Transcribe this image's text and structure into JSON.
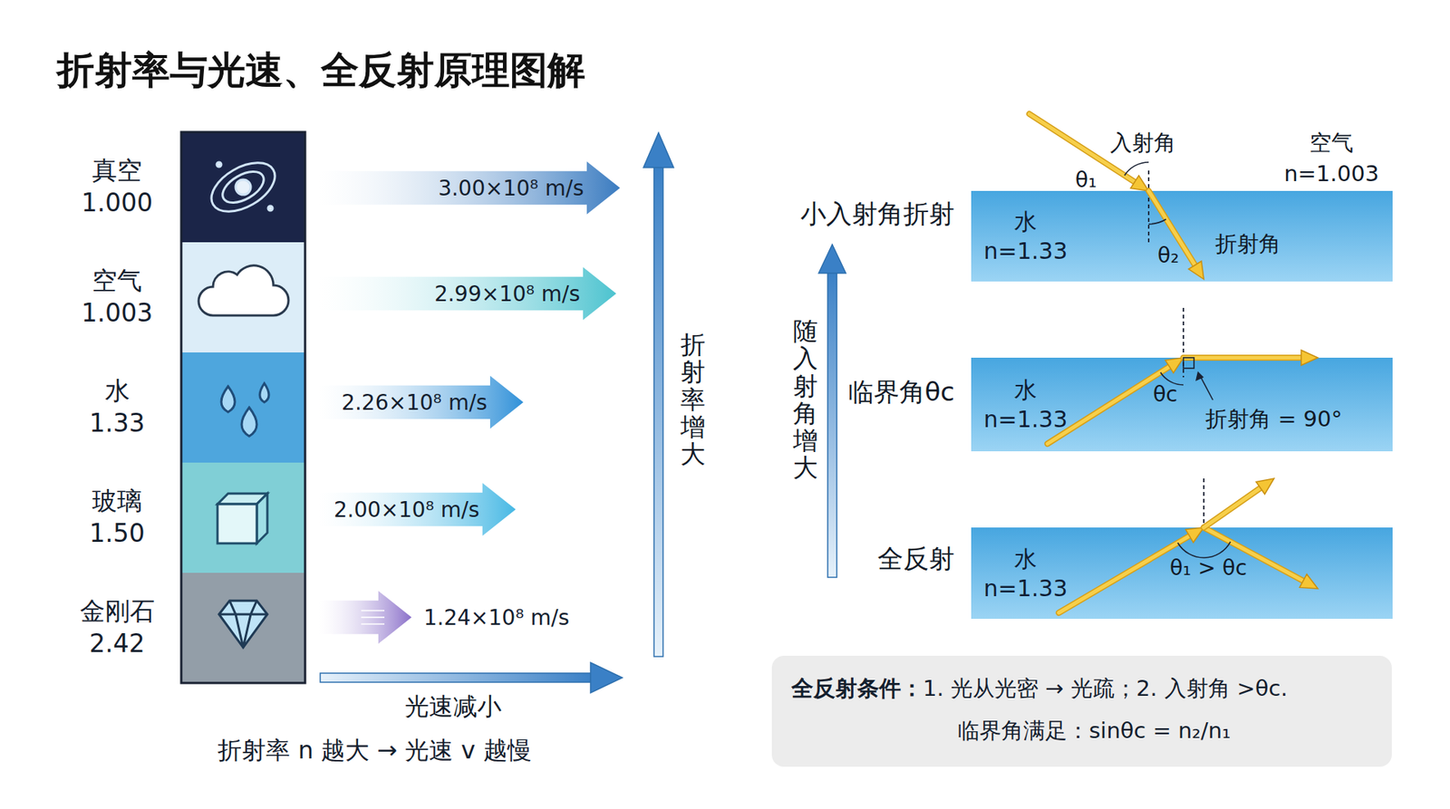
{
  "diagram": {
    "title": "折射率与光速、全反射原理图解",
    "caption": "折射率 n 越大 → 光速 v 越慢",
    "nodes": [
      {
        "text": [
          "真空",
          "1.000"
        ]
      },
      {
        "text": [
          "空气",
          "1.003"
        ]
      },
      {
        "text": [
          "水",
          "1.33"
        ]
      },
      {
        "text": [
          "玻璃",
          "1.50"
        ]
      },
      {
        "text": [
          "金刚石",
          "2.42"
        ]
      },
      {
        "text": [
          "3.00×10⁸ m/s"
        ]
      },
      {
        "text": [
          "2.99×10⁸ m/s"
        ]
      },
      {
        "text": [
          "2.26×10⁸ m/s"
        ]
      },
      {
        "text": [
          "2.00×10⁸ m/s"
        ]
      },
      {
        "text": [
          "1.24×10⁸ m/s"
        ]
      },
      {
        "text": [
          "水",
          "n=1.33"
        ]
      },
      {
        "text": [
          "水",
          "n=1.33"
        ]
      },
      {
        "text": [
          "水",
          "n=1.33"
        ]
      },
      {
        "text": [
          "全反射条件：",
          "1. 光从光密 → 光疏；2. 入射角 >θc.",
          "临界角满足：sinθc = n₂/n₁"
        ]
      }
    ],
    "labels": [
      "入射角",
      "θ₁",
      "空气",
      "n=1.003",
      "折射角",
      "θ₂",
      "小入射角折射",
      "临界角θc",
      "θc",
      "折射角 = 90°",
      "全反射",
      "θ₁ > θc",
      "随入射角增大",
      "折射率增大",
      "光速减小"
    ]
  }
}
